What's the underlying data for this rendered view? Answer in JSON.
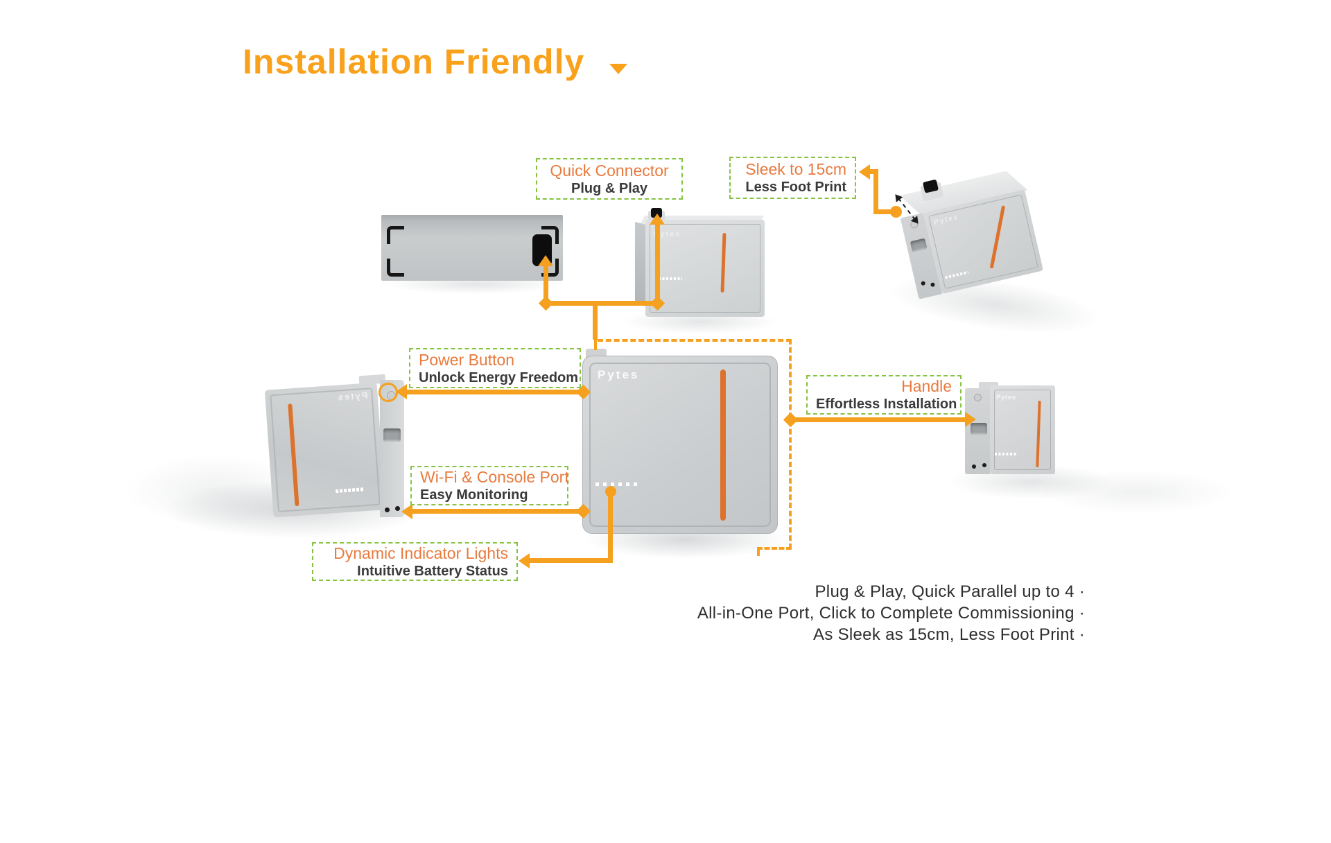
{
  "page": {
    "title": "Installation Friendly"
  },
  "brand": "Pytes",
  "callouts": {
    "quick_connector": {
      "title": "Quick Connector",
      "subtitle": "Plug & Play"
    },
    "sleek": {
      "title": "Sleek to 15cm",
      "subtitle": "Less Foot Print"
    },
    "power_button": {
      "title": "Power Button",
      "subtitle": "Unlock Energy Freedom"
    },
    "handle": {
      "title": "Handle",
      "subtitle": "Effortless Installation"
    },
    "wifi_console": {
      "title": "Wi-Fi & Console Port",
      "subtitle": "Easy Monitoring"
    },
    "indicator_lights": {
      "title": "Dynamic Indicator Lights",
      "subtitle": "Intuitive Battery Status"
    }
  },
  "summary_lines": [
    "Plug & Play, Quick Parallel up to 4 ·",
    "All-in-One Port, Click to Complete Commissioning ·",
    "As Sleek as 15cm, Less Foot Print ·"
  ],
  "colors": {
    "title_orange": "#F9A11B",
    "callout_title_orange": "#E87A3E",
    "connector_line_orange": "#F5A01E",
    "callout_border_green": "#85C341",
    "subtitle_dark": "#3A3A3A",
    "battery_stripe_orange": "#DD722C"
  }
}
